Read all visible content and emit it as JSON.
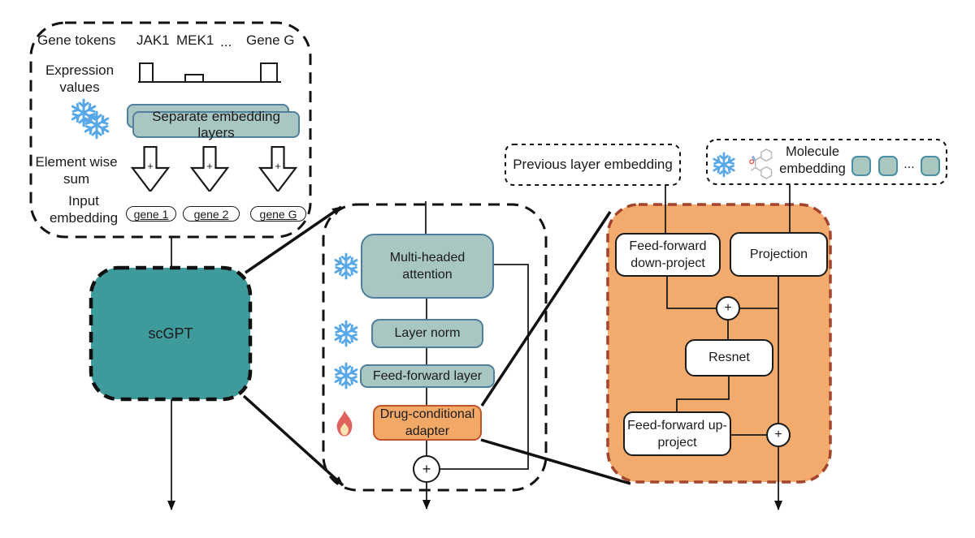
{
  "colors": {
    "teal": "#3f9b9b",
    "box-teal": "#a9c7c2",
    "box-teal-border": "#4f7f9c",
    "orange-fill": "#f2ab6d",
    "orange-border": "#a3442c",
    "adapter-fill": "#f2a967",
    "adapter-border": "#c0552b",
    "snow": "#58a8e8",
    "fire": "#e0625e",
    "fire-inner": "#f8e4b0",
    "ink": "#1a1a1a"
  },
  "input_panel": {
    "gene_tokens": "Gene tokens",
    "tokens": [
      "JAK1",
      "MEK1",
      "...",
      "Gene G"
    ],
    "expression": [
      "Expression",
      "values"
    ],
    "embedding_layers": "Separate embedding layers",
    "element_wise": [
      "Element wise",
      "sum"
    ],
    "input_embedding": [
      "Input",
      "embedding"
    ],
    "pills": [
      "gene 1",
      "gene 2",
      "gene G"
    ],
    "plus": "+"
  },
  "scgpt": {
    "label": "scGPT"
  },
  "transformer_panel": {
    "multi_headed": [
      "Multi-headed",
      "attention"
    ],
    "layer_norm": "Layer norm",
    "feed_forward": "Feed-forward layer",
    "adapter": [
      "Drug-conditional",
      "adapter"
    ],
    "plus": "+"
  },
  "context_boxes": {
    "previous_layer": "Previous layer embedding",
    "molecule": [
      "Molecule",
      "embedding"
    ],
    "dots": "..."
  },
  "adapter_panel": {
    "down_project": [
      "Feed-forward",
      "down-project"
    ],
    "projection": "Projection",
    "resnet": "Resnet",
    "up_project": [
      "Feed-forward up-",
      "project"
    ],
    "plus": "+"
  },
  "icons": {
    "snowflake": "snowflake-icon (frozen module)",
    "fire": "fire-icon (trainable module)",
    "molecule": "molecule-structure-icon"
  }
}
